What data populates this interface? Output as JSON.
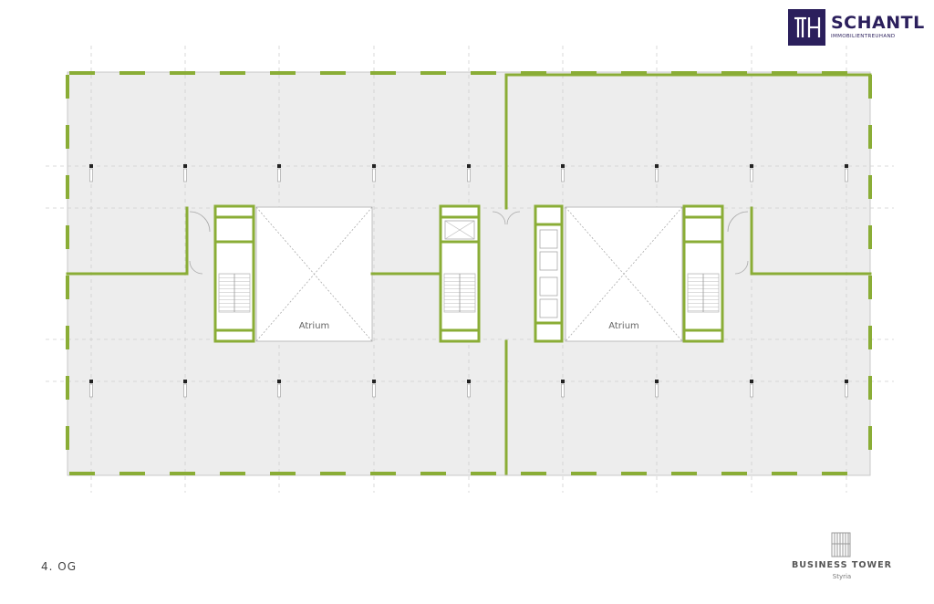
{
  "brand": {
    "name": "SCHANTL",
    "subtitle": "IMMOBILIENTREUHAND"
  },
  "floor": {
    "label": "4. OG"
  },
  "atria": [
    {
      "label": "Atrium"
    },
    {
      "label": "Atrium"
    }
  ],
  "building": {
    "name": "BUSINESS TOWER",
    "location": "Styria"
  },
  "colors": {
    "wall_green": "#8aad36",
    "floor_fill": "#ededed",
    "brand_purple": "#2b1f5c"
  },
  "icons": {
    "logo": "th-monogram-icon",
    "building": "tower-icon"
  }
}
